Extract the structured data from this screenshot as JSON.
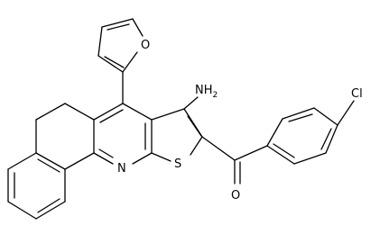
{
  "atoms": {
    "amino": "NH",
    "amino_sub": "2",
    "chlorine": "Cl",
    "furan_oxygen": "O",
    "ketone_oxygen": "O",
    "pyridine_nitrogen": "N",
    "thiophene_sulfur": "S"
  }
}
